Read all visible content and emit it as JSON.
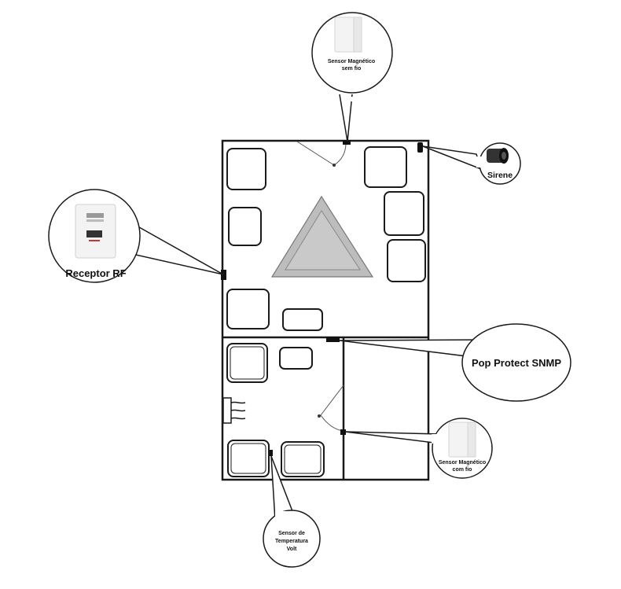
{
  "colors": {
    "wall": "#1a1a1a",
    "furniture": "#1a1a1a",
    "triangle_fill": "#bdbdbd",
    "triangle_inner": "#c9c9c9",
    "device_body": "#f3f3f3",
    "sensor_mark": "#111111",
    "background": "#ffffff"
  },
  "devices": {
    "sensor_wireless": {
      "label_line1": "Sensor Magnético",
      "label_line2": "sem fio",
      "icon": "magnetic-sensor-icon"
    },
    "siren": {
      "label": "Sirene",
      "icon": "siren-icon"
    },
    "rf_receiver": {
      "label": "Receptor RF",
      "icon": "rf-receiver-icon"
    },
    "pop_protect": {
      "label": "Pop Protect SNMP"
    },
    "sensor_wired": {
      "label_line1": "Sensor Magnético",
      "label_line2": "com fio",
      "icon": "magnetic-sensor-icon"
    },
    "temperature": {
      "label_line1": "Sensor de",
      "label_line2": "Temperatura",
      "label_line3": "Volt"
    }
  }
}
